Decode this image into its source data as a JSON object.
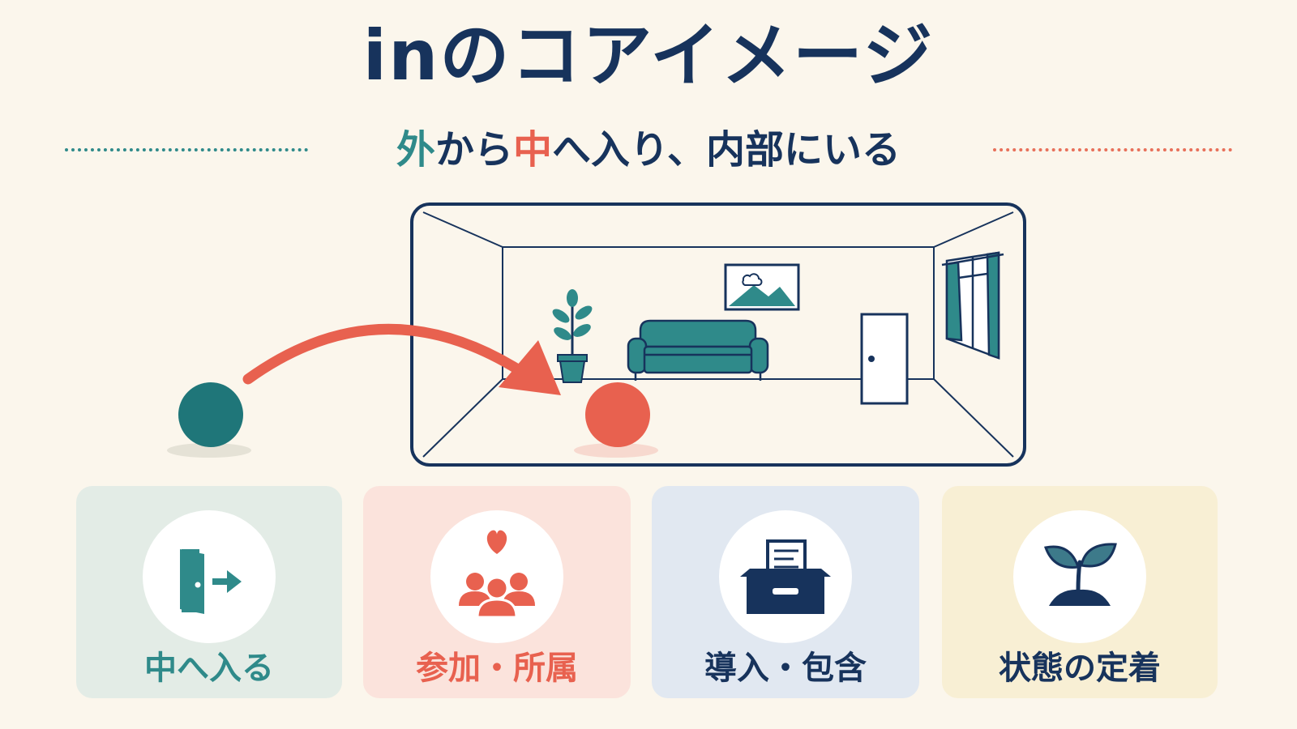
{
  "header": {
    "title": "inのコアイメージ",
    "subtitle_parts": [
      "外",
      "から",
      "中",
      "へ入り、内部にいる"
    ]
  },
  "colors": {
    "navy": "#17335c",
    "teal": "#2f8a8a",
    "coral": "#e8614f",
    "background": "#fbf6ec"
  },
  "cards": [
    {
      "label": "中へ入る",
      "icon": "door-enter-icon",
      "bg": "#e3ece6",
      "color": "#2f8a8a"
    },
    {
      "label": "参加・所属",
      "icon": "group-heart-icon",
      "bg": "#fbe3dc",
      "color": "#e8614f"
    },
    {
      "label": "導入・包含",
      "icon": "file-box-icon",
      "bg": "#e1e8f1",
      "color": "#17335c"
    },
    {
      "label": "状態の定着",
      "icon": "sprout-icon",
      "bg": "#f8efd4",
      "color": "#17335c"
    }
  ]
}
